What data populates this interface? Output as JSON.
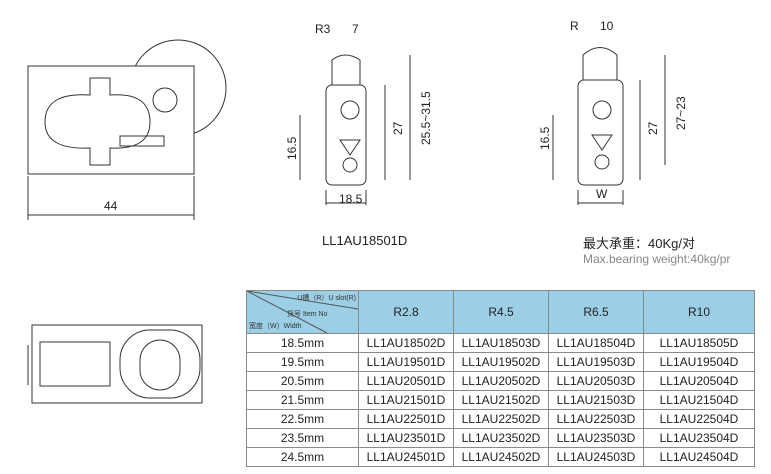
{
  "drawing_left": {
    "dim_width": "44"
  },
  "drawing_mid": {
    "r": "R3",
    "top": "7",
    "h1": "25.5~31.5",
    "h2": "27",
    "h3": "16.5",
    "w": "18.5",
    "model": "LL1AU18501D"
  },
  "drawing_right": {
    "r": "R",
    "top": "10",
    "h1": "27~23",
    "h2": "27",
    "h3": "16.5",
    "w": "W"
  },
  "load": {
    "cn": "最大承重：40Kg/对",
    "en": "Max.bearing weight:40kg/pr"
  },
  "table": {
    "corner": {
      "slot": "U槽（R）U slot(R)",
      "item": "货号 Item No",
      "width": "宽度（W）Width"
    },
    "headers": [
      "R2.8",
      "R4.5",
      "R6.5",
      "R10"
    ],
    "rows": [
      {
        "w": "18.5mm",
        "items": [
          "LL1AU18502D",
          "LL1AU18503D",
          "LL1AU18504D",
          "LL1AU18505D"
        ]
      },
      {
        "w": "19.5mm",
        "items": [
          "LL1AU19501D",
          "LL1AU19502D",
          "LL1AU19503D",
          "LL1AU19504D"
        ]
      },
      {
        "w": "20.5mm",
        "items": [
          "LL1AU20501D",
          "LL1AU20502D",
          "LL1AU20503D",
          "LL1AU20504D"
        ]
      },
      {
        "w": "21.5mm",
        "items": [
          "LL1AU21501D",
          "LL1AU21502D",
          "LL1AU21503D",
          "LL1AU21504D"
        ]
      },
      {
        "w": "22.5mm",
        "items": [
          "LL1AU22501D",
          "LL1AU22502D",
          "LL1AU22503D",
          "LL1AU22504D"
        ]
      },
      {
        "w": "23.5mm",
        "items": [
          "LL1AU23501D",
          "LL1AU23502D",
          "LL1AU23503D",
          "LL1AU23504D"
        ]
      },
      {
        "w": "24.5mm",
        "items": [
          "LL1AU24501D",
          "LL1AU24502D",
          "LL1AU24503D",
          "LL1AU24504D"
        ]
      }
    ]
  }
}
